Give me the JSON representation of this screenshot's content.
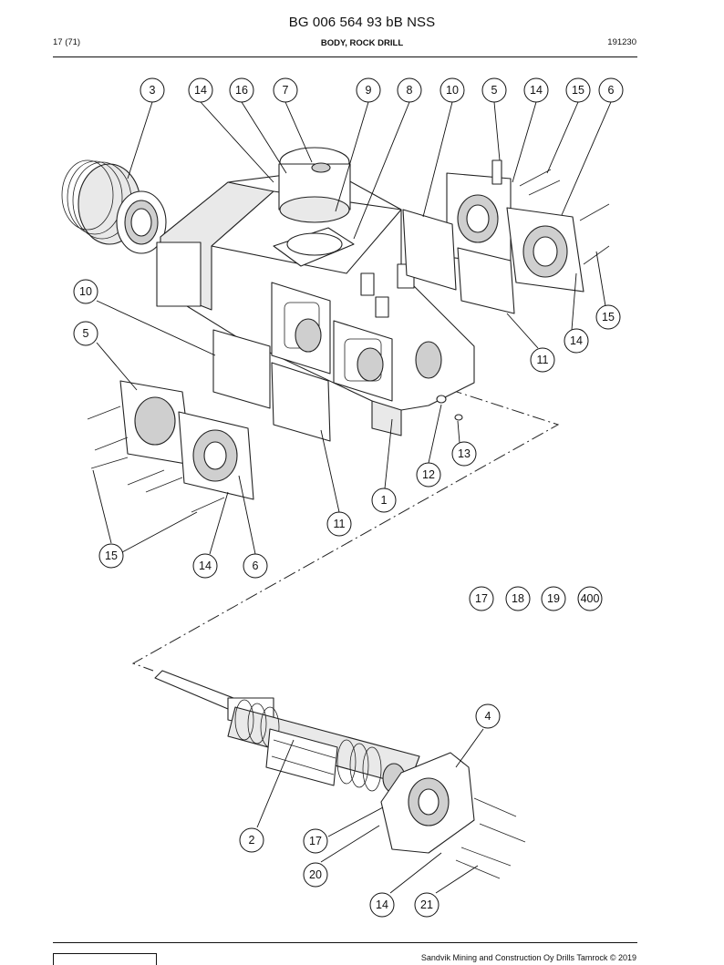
{
  "header": {
    "document_id": "BG 006 564 93 bB NSS",
    "page": "17 (71)",
    "section_title": "BODY, ROCK DRILL",
    "date": "191230"
  },
  "footer": {
    "copyright": "Sandvik Mining and Construction Oy Drills Tamrock © 2019"
  },
  "callouts": [
    {
      "id": "c-3",
      "label": "3"
    },
    {
      "id": "c-14a",
      "label": "14"
    },
    {
      "id": "c-16",
      "label": "16"
    },
    {
      "id": "c-7",
      "label": "7"
    },
    {
      "id": "c-9",
      "label": "9"
    },
    {
      "id": "c-8",
      "label": "8"
    },
    {
      "id": "c-10a",
      "label": "10"
    },
    {
      "id": "c-5a",
      "label": "5"
    },
    {
      "id": "c-14b",
      "label": "14"
    },
    {
      "id": "c-15a",
      "label": "15"
    },
    {
      "id": "c-6a",
      "label": "6"
    },
    {
      "id": "c-10b",
      "label": "10"
    },
    {
      "id": "c-5b",
      "label": "5"
    },
    {
      "id": "c-15b",
      "label": "15"
    },
    {
      "id": "c-14c",
      "label": "14"
    },
    {
      "id": "c-11a",
      "label": "11"
    },
    {
      "id": "c-13",
      "label": "13"
    },
    {
      "id": "c-12",
      "label": "12"
    },
    {
      "id": "c-1",
      "label": "1"
    },
    {
      "id": "c-11b",
      "label": "11"
    },
    {
      "id": "c-15c",
      "label": "15"
    },
    {
      "id": "c-14d",
      "label": "14"
    },
    {
      "id": "c-6b",
      "label": "6"
    },
    {
      "id": "c-17a",
      "label": "17"
    },
    {
      "id": "c-18",
      "label": "18"
    },
    {
      "id": "c-19",
      "label": "19"
    },
    {
      "id": "c-400",
      "label": "400"
    },
    {
      "id": "c-4",
      "label": "4"
    },
    {
      "id": "c-2",
      "label": "2"
    },
    {
      "id": "c-17b",
      "label": "17"
    },
    {
      "id": "c-20",
      "label": "20"
    },
    {
      "id": "c-14e",
      "label": "14"
    },
    {
      "id": "c-21",
      "label": "21"
    }
  ]
}
